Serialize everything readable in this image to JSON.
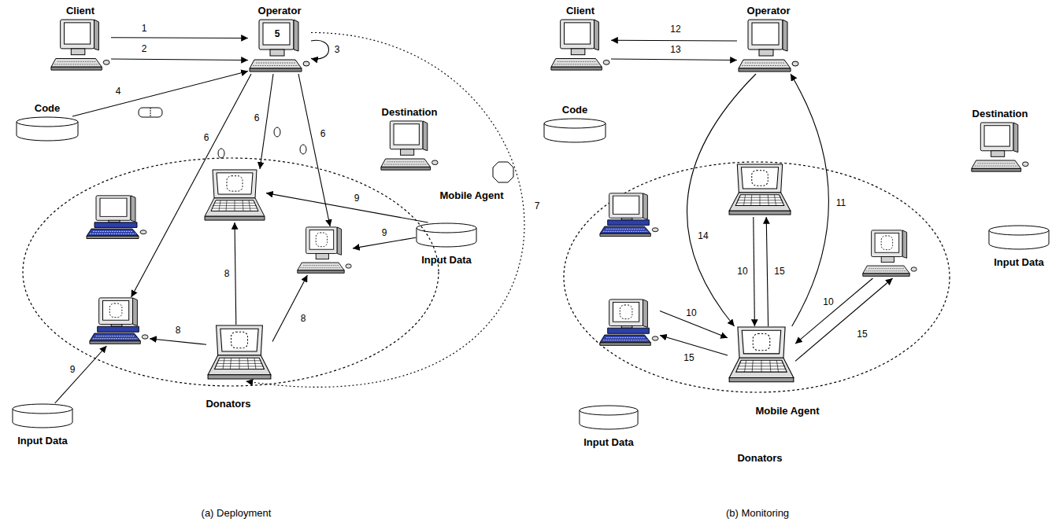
{
  "diagram": {
    "nodes": [
      {
        "text": [
          "Client"
        ]
      },
      {
        "text": [
          "Operator"
        ]
      },
      {
        "text": [
          "Code"
        ]
      },
      {
        "text": [
          "Destination"
        ]
      },
      {
        "text": [
          "Mobile Agent"
        ]
      },
      {
        "text": [
          "Input Data"
        ]
      },
      {
        "text": [
          "Donators"
        ]
      },
      {
        "text": [],
        "in": 6
      },
      {
        "text": [],
        "in": 6
      },
      {
        "text": [],
        "in": 6
      },
      {
        "text": [],
        "in": 6
      },
      {
        "text": [],
        "in": 6
      },
      {
        "text": [
          "Input Data"
        ]
      },
      {
        "text": [
          "Client"
        ]
      },
      {
        "text": [
          "Operator"
        ]
      },
      {
        "text": [
          "Code"
        ]
      },
      {
        "text": [
          "Destination"
        ]
      },
      {
        "text": [
          "Input Data"
        ]
      },
      {
        "text": [
          "Donators"
        ]
      },
      {
        "text": [],
        "in": 18
      },
      {
        "text": [],
        "in": 18
      },
      {
        "text": [],
        "in": 18
      },
      {
        "text": [],
        "in": 18
      },
      {
        "text": [
          "Mobile Agent"
        ],
        "in": 18
      },
      {
        "text": [
          "Input Data"
        ]
      }
    ],
    "edges": [
      {
        "from": 0,
        "to": 1,
        "label": "1",
        "arrow": "to"
      },
      {
        "from": 0,
        "to": 1,
        "label": "2",
        "arrow": "to"
      },
      {
        "from": 1,
        "to": 1,
        "label": "3",
        "arrow": "to"
      },
      {
        "from": 2,
        "to": 1,
        "label": "4",
        "arrow": "to"
      },
      {
        "from": 1,
        "to": 10,
        "label": "6",
        "arrow": "to"
      },
      {
        "from": 1,
        "to": 8,
        "label": "6",
        "arrow": "to"
      },
      {
        "from": 1,
        "to": 9,
        "label": "6",
        "arrow": "to"
      },
      {
        "from": 1,
        "to": 11,
        "label": "7",
        "arrow": "to"
      },
      {
        "from": 11,
        "to": 10,
        "label": "8",
        "arrow": "to"
      },
      {
        "from": 11,
        "to": 8,
        "label": "8",
        "arrow": "to"
      },
      {
        "from": 11,
        "to": 9,
        "label": "8",
        "arrow": "to"
      },
      {
        "from": 5,
        "to": 8,
        "label": "9",
        "arrow": "to"
      },
      {
        "from": 5,
        "to": 9,
        "label": "9",
        "arrow": "to"
      },
      {
        "from": 12,
        "to": 10,
        "label": "9",
        "arrow": "to"
      },
      {
        "from": 14,
        "to": 13,
        "label": "12",
        "arrow": "to"
      },
      {
        "from": 13,
        "to": 14,
        "label": "13",
        "arrow": "to"
      },
      {
        "from": 14,
        "to": 23,
        "label": "14",
        "arrow": "to"
      },
      {
        "from": 23,
        "to": 14,
        "label": "11",
        "arrow": "to"
      },
      {
        "from": 20,
        "to": 23,
        "label": "10",
        "arrow": "to"
      },
      {
        "from": 22,
        "to": 23,
        "label": "10",
        "arrow": "to"
      },
      {
        "from": 21,
        "to": 23,
        "label": "10",
        "arrow": "to"
      },
      {
        "from": 23,
        "to": 20,
        "label": "15",
        "arrow": "to"
      },
      {
        "from": 23,
        "to": 22,
        "label": "15",
        "arrow": "to"
      },
      {
        "from": 23,
        "to": 21,
        "label": "15",
        "arrow": "to"
      }
    ],
    "labels": [
      "5",
      "(a) Deployment",
      "(b) Monitoring"
    ]
  }
}
